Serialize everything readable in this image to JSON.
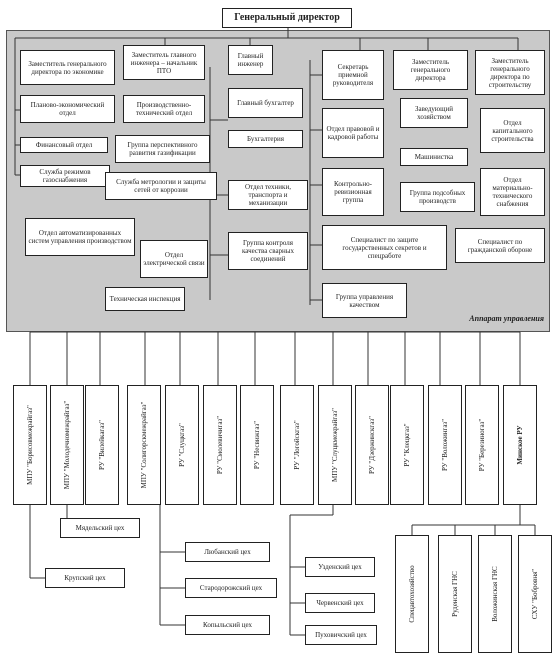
{
  "top": {
    "director": "Генеральный директор",
    "apparatus_caption": "Аппарат управления"
  },
  "mgmt": {
    "dep_economics": "Заместитель генерального директора по экономике",
    "planning_dept": "Планово-экономический отдел",
    "finance_dept": "Финансовый отдел",
    "gas_regimes": "Служба режимов газоснабжения",
    "chief_engineer_deputy": "Заместитель главного инженера – начальник ПТО",
    "chief_engineer": "Главный инженер",
    "production_tech_dept": "Производственно-технический отдел",
    "gasification_group": "Группа перспективного развития газификации",
    "metrology_service": "Служба метрологии и защиты сетей от коррозии",
    "chief_accountant": "Главный бухгалтер",
    "accounting": "Бухгалтерия",
    "tech_transport_dept": "Отдел техники, транспорта и механизации",
    "welding_group": "Группа контроля качества сварных соединений",
    "asu_dept": "Отдел автоматизированных систем управления производством",
    "electric_dept": "Отдел электрической связи",
    "tech_inspection": "Техническая инспекция",
    "reception_secretary": "Секретарь приемной руководителя",
    "legal_dept": "Отдел правовой и кадровой работы",
    "audit_group": "Контрольно-ревизионная группа",
    "dep_general": "Заместитель генерального директора",
    "household_head": "Заведующий хозяйством",
    "typist": "Машинистка",
    "aux_production_group": "Группа подсобных производств",
    "dep_construction": "Заместитель генерального директора по строительству",
    "capital_construction_dept": "Отдел капитального строительства",
    "mts_dept": "Отдел материально-технического снабжения",
    "secrets_specialist": "Специалист по защите государственных секретов и спецработе",
    "civil_defense": "Специалист по гражданской обороне",
    "quality_group": "Группа управления качеством"
  },
  "units": [
    {
      "name": "МПУ \"Борисовмежрайгаз\"",
      "bold": false
    },
    {
      "name": "МПУ \"Молодечномежрайгаз\"",
      "bold": false
    },
    {
      "name": "РУ \"Вилейкагаз\"",
      "bold": false
    },
    {
      "name": "МПУ \"Солигорскмежрайгаз\"",
      "bold": false
    },
    {
      "name": "РУ \"Слуцкгаз\"",
      "bold": false
    },
    {
      "name": "РУ \"Смолевичигаз\"",
      "bold": false
    },
    {
      "name": "РУ \"Несвижгаз\"",
      "bold": false
    },
    {
      "name": "РУ \"Логойскгаз\"",
      "bold": false
    },
    {
      "name": "МПУ \"Слуцкмежрайгаз\"",
      "bold": false
    },
    {
      "name": "РУ \"Дзержинскгаз\"",
      "bold": false
    },
    {
      "name": "РУ \"Клецкгаз\"",
      "bold": false
    },
    {
      "name": "РУ \"Воложингаз\"",
      "bold": false
    },
    {
      "name": "РУ \"Березиногаз\"",
      "bold": false
    },
    {
      "name": "Минское РУ",
      "bold": true
    }
  ],
  "subunits": {
    "myadel": "Мядельский цех",
    "krupki": "Крупский цех",
    "lyuban": "Любанский цех",
    "starodorozh": "Стародорожский цех",
    "kopyl": "Копыльский цех",
    "uzda": "Узденский цех",
    "cherven": "Червенский цех",
    "pukhovichi": "Пуховичский цех",
    "special_economy": "Спецавтохозяйство",
    "rudensk": "Руденская ГНС",
    "voloshin_gns": "Воложинская ГНС",
    "bobrovnya": "СХУ \"Бобровня\""
  }
}
